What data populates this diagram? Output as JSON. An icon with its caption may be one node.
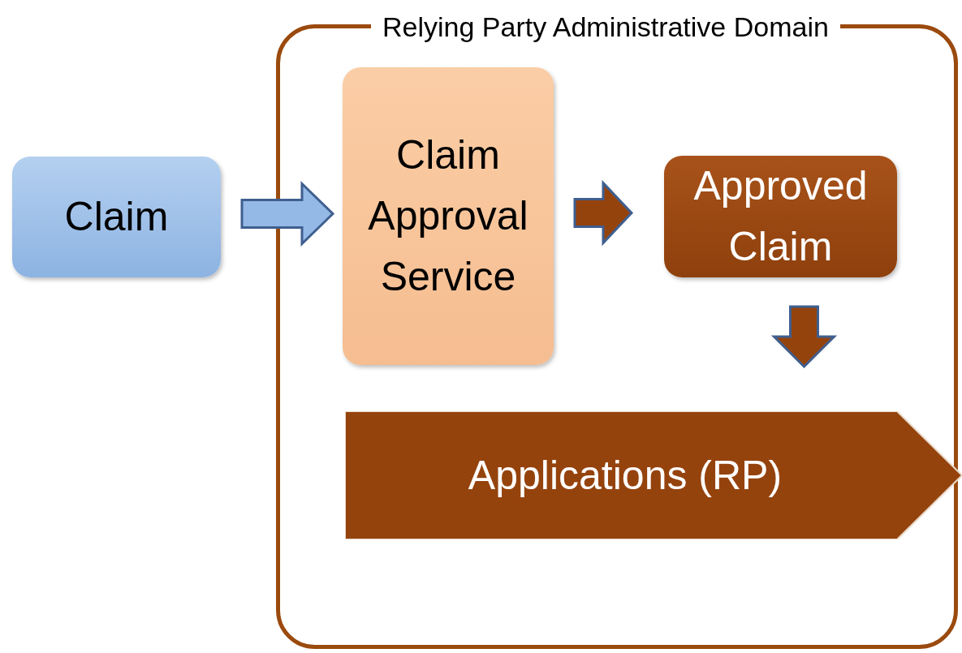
{
  "diagram": {
    "nodes": [
      {
        "text": [
          "Relying Party Administrative Domain"
        ]
      },
      {
        "text": [
          "Claim"
        ]
      },
      {
        "text": [
          "Claim Approval Service"
        ],
        "in": 0
      },
      {
        "text": [
          "Approved Claim"
        ],
        "in": 0
      },
      {
        "text": [
          "Applications (RP)"
        ],
        "in": 0
      }
    ],
    "edges": [
      {
        "from": 1,
        "to": 2,
        "arrow": "to",
        "color": "#95b9e6"
      },
      {
        "from": 2,
        "to": 3,
        "arrow": "to"
      },
      {
        "from": 3,
        "to": 4,
        "arrow": "to"
      }
    ]
  }
}
